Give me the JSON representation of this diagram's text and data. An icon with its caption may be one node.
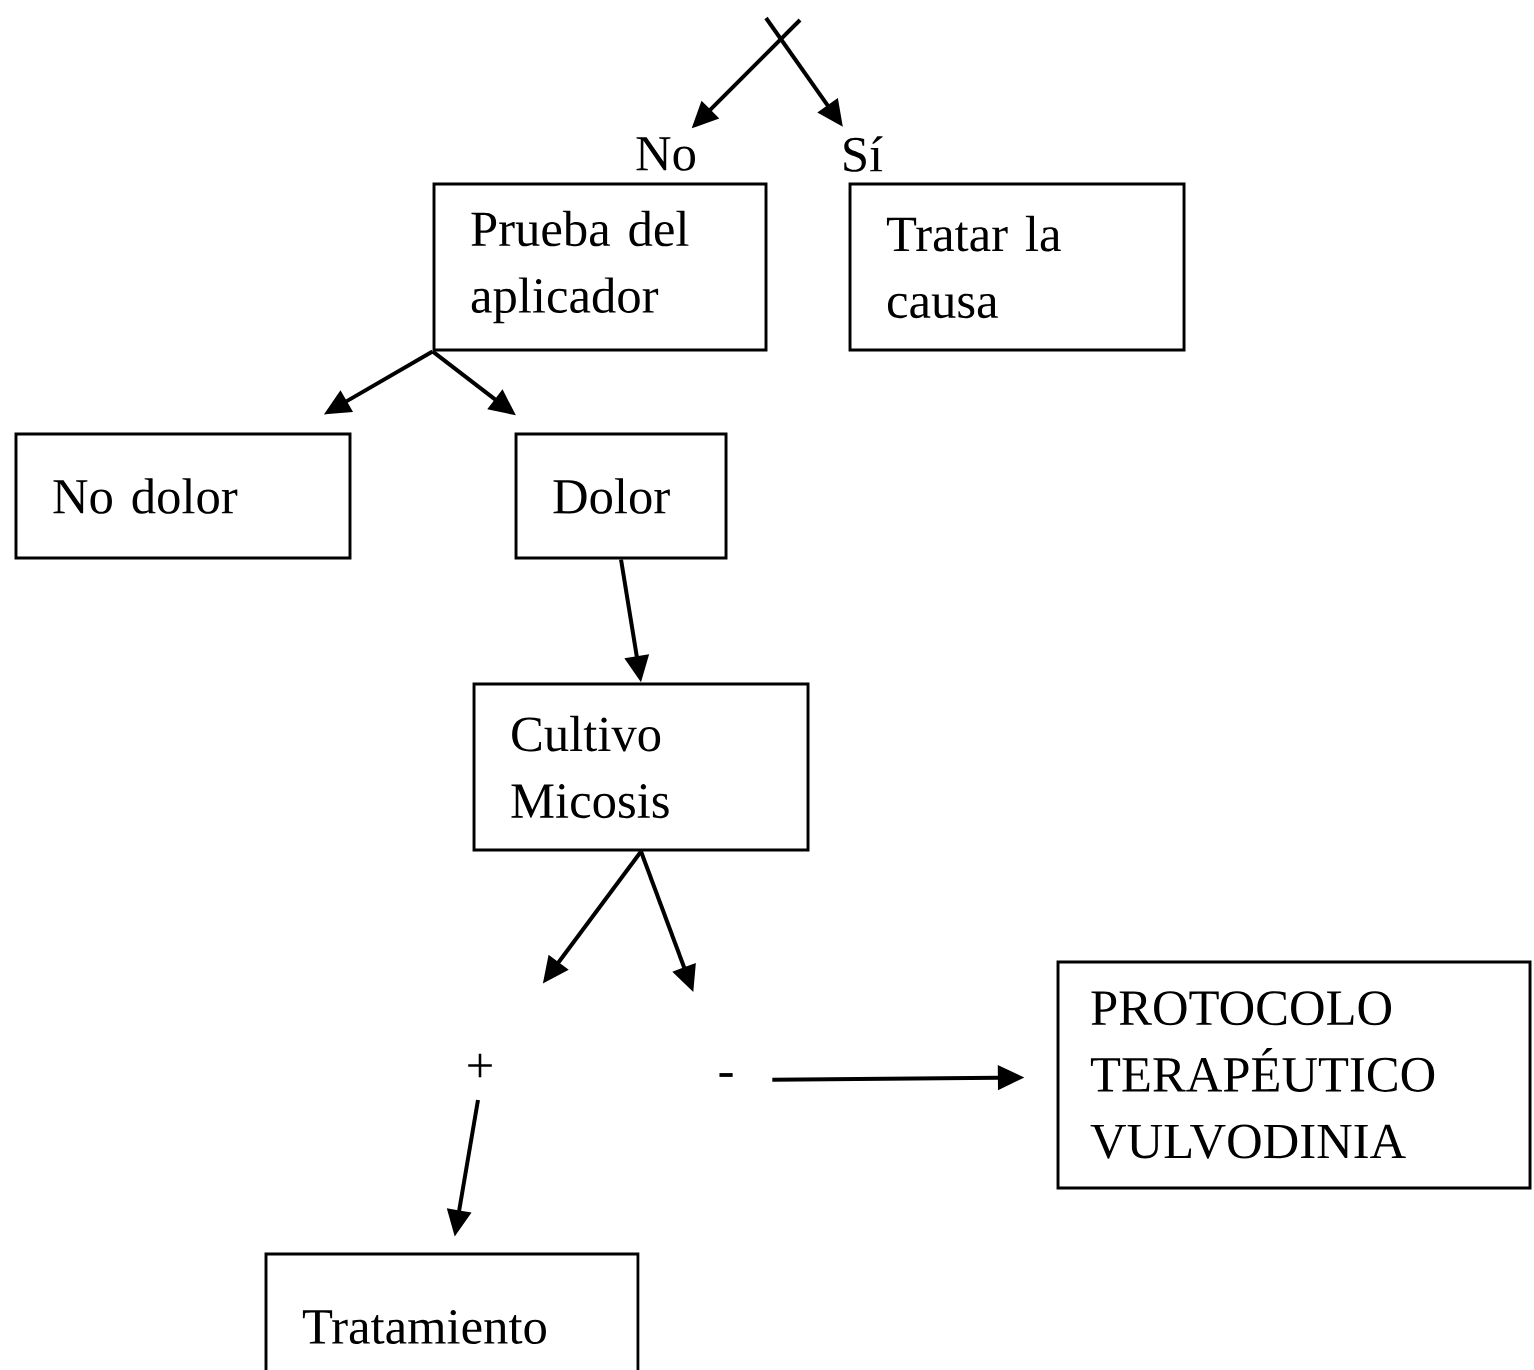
{
  "diagram": {
    "nodes": [
      {
        "text": [
          "No"
        ]
      },
      {
        "text": [
          "Sí"
        ]
      },
      {
        "text": [
          "Prueba del aplicador"
        ]
      },
      {
        "text": [
          "Tratar la causa"
        ]
      },
      {
        "text": [
          "No dolor"
        ]
      },
      {
        "text": [
          "Dolor"
        ]
      },
      {
        "text": [
          "Cultivo Micosis"
        ]
      },
      {
        "text": [
          "+"
        ]
      },
      {
        "text": [
          "-"
        ]
      },
      {
        "text": [
          "PROTOCOLO TERAPÉUTICO VULVODINIA"
        ]
      },
      {
        "text": [
          "Tratamiento"
        ]
      }
    ],
    "edges": [
      {
        "from": null,
        "to": 0,
        "arrow": "to"
      },
      {
        "from": null,
        "to": 1,
        "arrow": "to"
      },
      {
        "from": 2,
        "to": 4,
        "arrow": "to"
      },
      {
        "from": 2,
        "to": 5,
        "arrow": "to"
      },
      {
        "from": 5,
        "to": 6,
        "arrow": "to"
      },
      {
        "from": 6,
        "to": 7,
        "arrow": "to"
      },
      {
        "from": 6,
        "to": 8,
        "arrow": "to"
      },
      {
        "from": 7,
        "to": 10,
        "arrow": "to"
      },
      {
        "from": 8,
        "to": 9,
        "arrow": "to"
      }
    ]
  }
}
